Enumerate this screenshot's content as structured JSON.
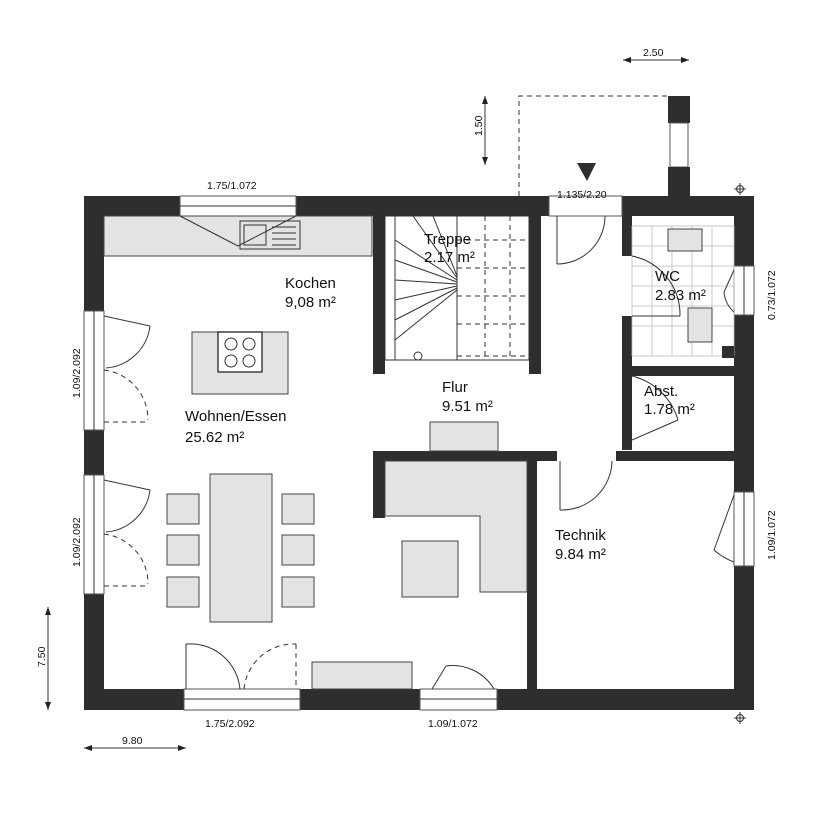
{
  "rooms": {
    "kochen": {
      "name": "Kochen",
      "area": "9,08  m²"
    },
    "wohnen": {
      "name": "Wohnen/Essen",
      "area": "25.62  m²"
    },
    "treppe": {
      "name": "Treppe",
      "area": "2.17 m²"
    },
    "flur": {
      "name": "Flur",
      "area": "9.51 m²"
    },
    "wc": {
      "name": "WC",
      "area": "2.83 m²"
    },
    "abst": {
      "name": "Abst.",
      "area": "1.78 m²"
    },
    "technik": {
      "name": "Technik",
      "area": "9.84 m²"
    }
  },
  "dimensions": {
    "top_window": "1.75/1.072",
    "entrance_door": "1.135/2.20",
    "canopy_width": "2.50",
    "canopy_depth": "1.50",
    "left_window_upper": "1.09/2.092",
    "left_window_lower": "1.09/2.092",
    "right_window_upper": "0.73/1.072",
    "right_window_lower": "1.09/1.072",
    "bottom_window_left": "1.75/2.092",
    "bottom_window_right": "1.09/1.072",
    "overall_width": "9.80",
    "overall_depth": "7.50"
  }
}
